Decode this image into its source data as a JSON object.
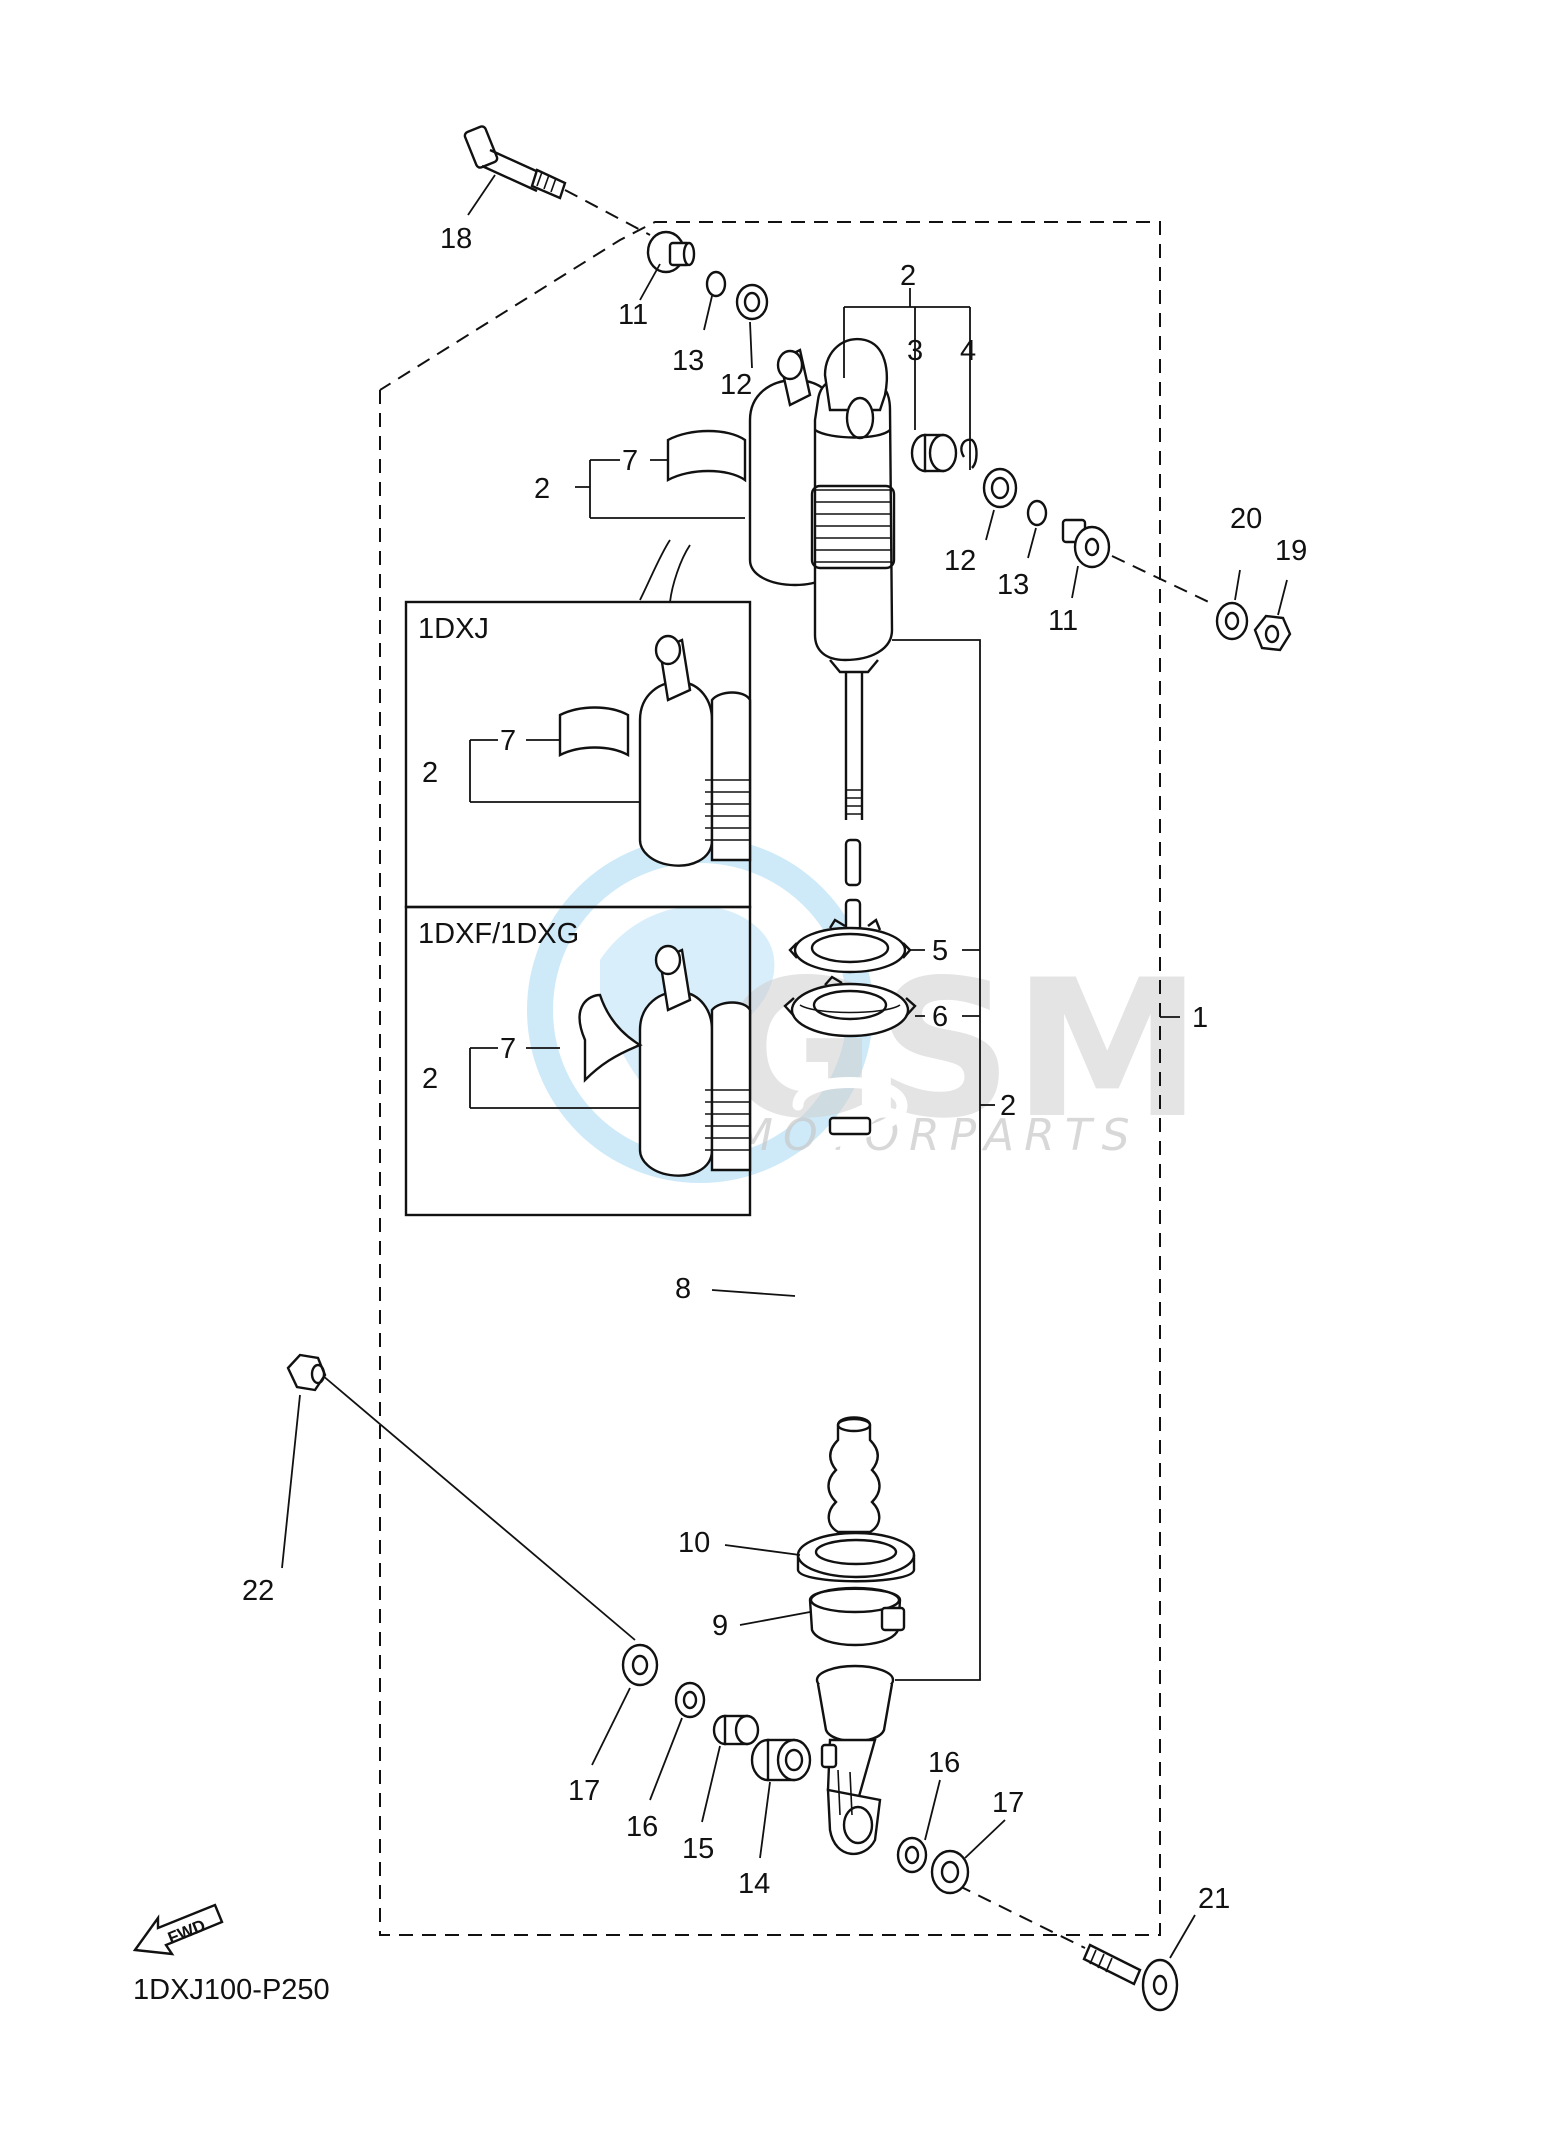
{
  "diagram_code": "1DXJ100-P250",
  "fwd_label": "FWD",
  "watermark": {
    "brand": "GSM",
    "sub": "MOTORPARTS",
    "globe_color": "#4fb3e8",
    "text_color": "#c9c9c9"
  },
  "inset_boxes": [
    {
      "title": "1DXJ"
    },
    {
      "title": "1DXF/1DXG"
    }
  ],
  "callouts": {
    "c1": "1",
    "c2_top": "2",
    "c2_left": "2",
    "c2_mid": "2",
    "c2_box1": "2",
    "c2_box2": "2",
    "c3": "3",
    "c4": "4",
    "c5": "5",
    "c6": "6",
    "c7_main": "7",
    "c7_box1": "7",
    "c7_box2": "7",
    "c8": "8",
    "c9": "9",
    "c10": "10",
    "c11_left": "11",
    "c11_right": "11",
    "c12_left": "12",
    "c12_right": "12",
    "c13_left": "13",
    "c13_right": "13",
    "c14": "14",
    "c15": "15",
    "c16_left": "16",
    "c16_right": "16",
    "c17_left": "17",
    "c17_right": "17",
    "c18": "18",
    "c19": "19",
    "c20": "20",
    "c21": "21",
    "c22": "22"
  }
}
